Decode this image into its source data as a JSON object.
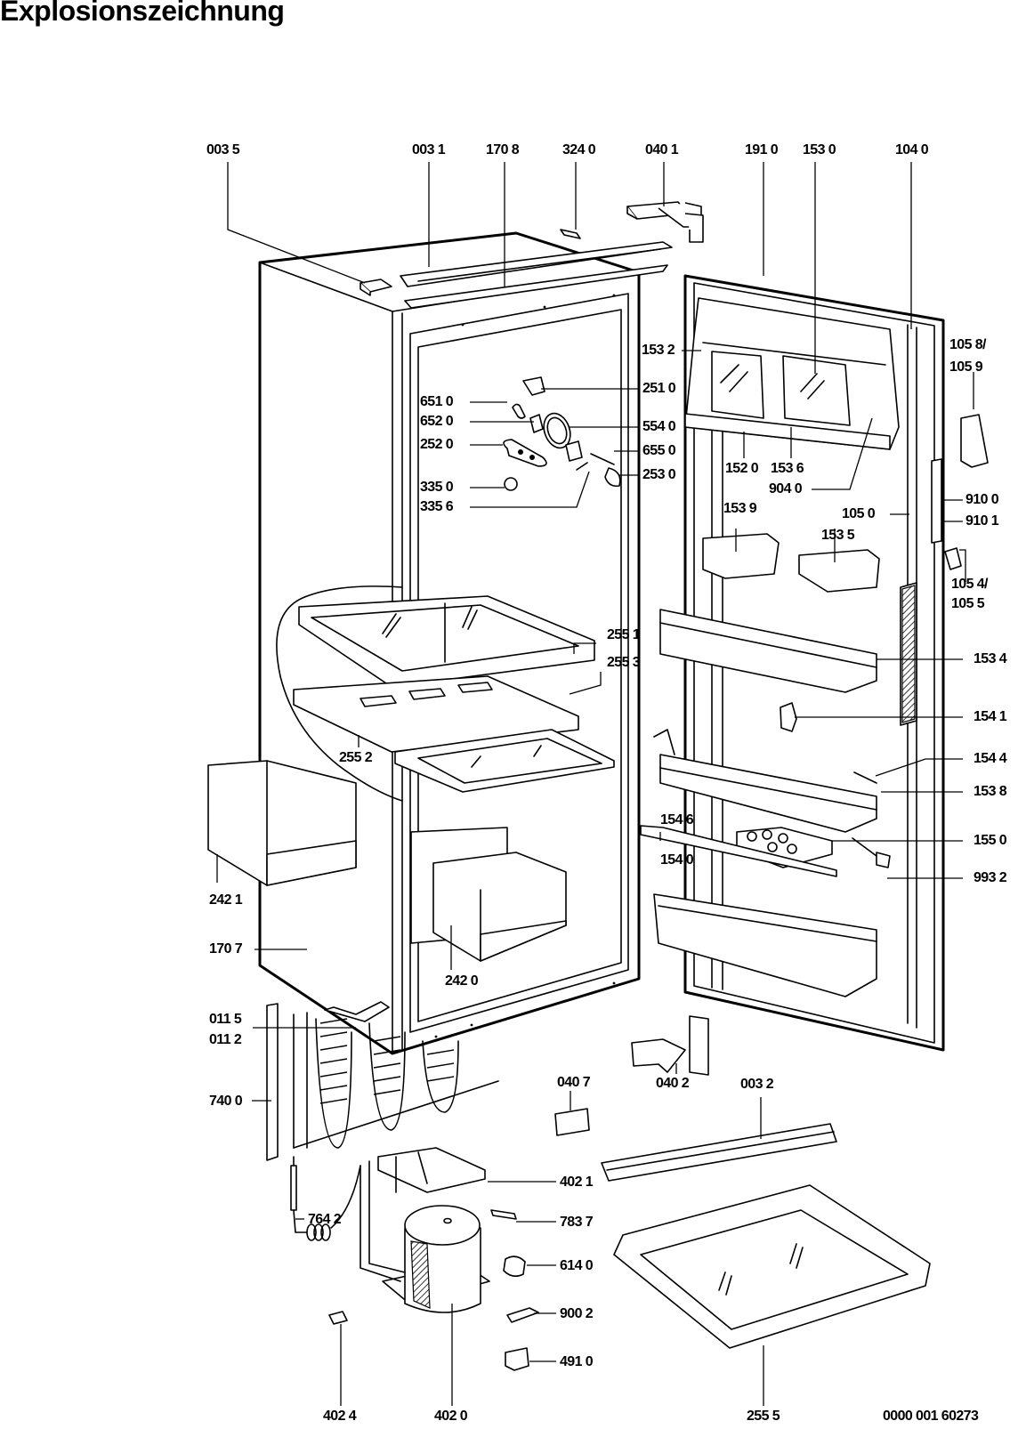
{
  "title": "Explosionszeichnung",
  "document_number": "0000 001 60273",
  "labels": {
    "l0035": "003 5",
    "l0031": "003 1",
    "l1708": "170 8",
    "l3240": "324 0",
    "l0401": "040 1",
    "l1910": "191 0",
    "l1530": "153 0",
    "l1040": "104 0",
    "l1058_1059": "105 8/\n105 9",
    "l1532": "153 2",
    "l2510": "251 0",
    "l6510": "651 0",
    "l6520": "652 0",
    "l5540": "554 0",
    "l2520": "252 0",
    "l6550": "655 0",
    "l2530": "253 0",
    "l3350": "335 0",
    "l3356": "335 6",
    "l1520": "152 0",
    "l1536": "153 6",
    "l9040": "904 0",
    "l9100": "910 0",
    "l9101": "910 1",
    "l1539": "153 9",
    "l1050": "105 0",
    "l1535": "153 5",
    "l1054_1055": "105 4/\n105 5",
    "l2551": "255 1",
    "l2553": "255 3",
    "l1534": "153 4",
    "l1541": "154 1",
    "l2552": "255 2",
    "l1544": "154 4",
    "l1538": "153 8",
    "l1546": "154 6",
    "l1550": "155 0",
    "l1540": "154 0",
    "l9932": "993 2",
    "l2421": "242 1",
    "l1707": "170 7",
    "l2420": "242 0",
    "l0115_0112": "011 5\n011 2",
    "l0407": "040 7",
    "l0402": "040 2",
    "l0032": "003 2",
    "l7400": "740 0",
    "l4021": "402 1",
    "l7642": "764 2",
    "l7837": "783 7",
    "l6140": "614 0",
    "l9002": "900 2",
    "l4910": "491 0",
    "l4024": "402 4",
    "l4020": "402 0",
    "l2555": "255 5"
  }
}
